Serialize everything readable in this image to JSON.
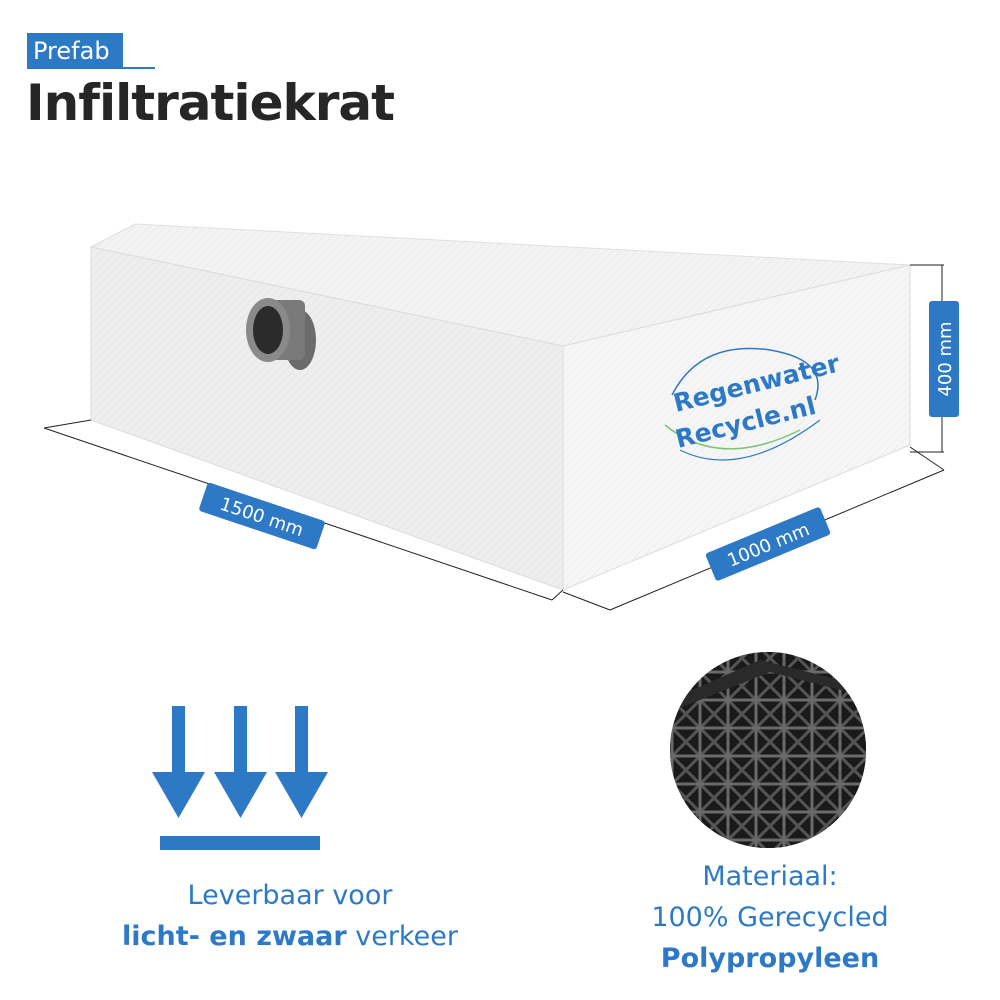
{
  "header": {
    "badge": "Prefab",
    "title": "Infiltratiekrat"
  },
  "dimensions": {
    "length": "1500 mm",
    "width": "1000 mm",
    "height": "400 mm"
  },
  "brand": {
    "line1": "Regenwater",
    "line2": "Recycle.nl"
  },
  "traffic": {
    "line1": "Leverbaar voor",
    "line2_bold": "licht- en zwaar",
    "line2_rest": " verkeer"
  },
  "material": {
    "line1": "Materiaal:",
    "line2": "100% Gerecycled",
    "line3": "Polypropyleen"
  },
  "colors": {
    "accent": "#2e79c6",
    "title": "#262626",
    "crate_top": "#f2f2f2",
    "crate_front": "#ebebeb",
    "crate_side": "#f7f7f7"
  }
}
